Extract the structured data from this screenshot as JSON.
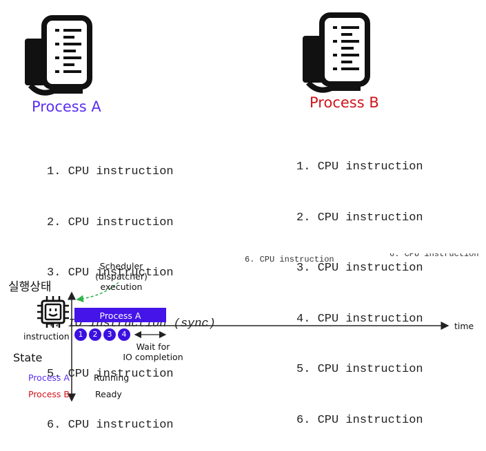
{
  "colors": {
    "process_a": "#5b2ef0",
    "process_b": "#d0141c",
    "accent_bar": "#4414e8",
    "dashed_arrow": "#2fb34a"
  },
  "process_a": {
    "title": "Process A",
    "lines": [
      "1. CPU instruction",
      "2. CPU instruction",
      "3. CPU instruction",
      "4. IO instruction (sync)",
      "5. CPU instruction",
      "6. CPU instruction"
    ]
  },
  "process_b": {
    "title": "Process B",
    "lines": [
      "1. CPU instruction",
      "2. CPU instruction",
      "3. CPU instruction",
      "4. CPU instruction",
      "5. CPU instruction",
      "6. CPU instruction"
    ]
  },
  "fragments": {
    "left": "6. CPU instruction",
    "right": "6. CPU instruction"
  },
  "diagram": {
    "scheduler_label_1": "Scheduler (dispatcher)",
    "scheduler_label_2": "execution",
    "korean_label": "실행상태",
    "cpu_label": "instruction",
    "bar_label": "Process A",
    "time_label": "time",
    "steps": [
      "1",
      "2",
      "3",
      "4"
    ],
    "wait_label_1": "Wait for",
    "wait_label_2": "IO completion",
    "state_title": "State",
    "states": [
      {
        "name": "Process A",
        "status": "Running"
      },
      {
        "name": "Process B",
        "status": "Ready"
      }
    ]
  }
}
